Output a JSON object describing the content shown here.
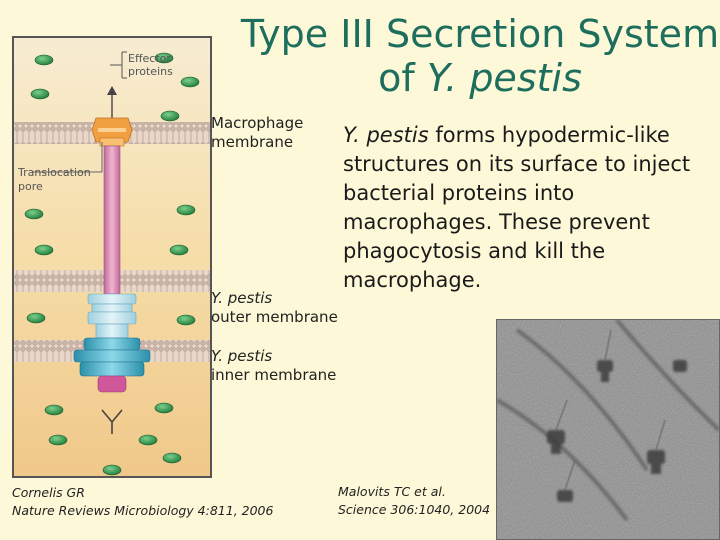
{
  "title": {
    "line1": "Type III Secretion System",
    "line2_prefix": "of ",
    "line2_italic": "Y. pestis"
  },
  "diagram_labels": {
    "effector": "Effector\nproteins",
    "translocation": "Translocation\npore"
  },
  "labels": {
    "macrophage_membrane": "Macrophage\nmembrane",
    "outer_membrane_italic": "Y. pestis",
    "outer_membrane": "outer membrane",
    "inner_membrane_italic": "Y. pestis",
    "inner_membrane": "inner membrane"
  },
  "description": {
    "italic": "Y. pestis",
    "text": " forms hypodermic-like structures on its surface to inject bacterial proteins into macrophages.  These prevent phagocytosis and kill the macrophage."
  },
  "citations": {
    "left_line1": "Cornelis GR",
    "left_line2": "Nature Reviews Microbiology 4:811, 2006",
    "right_line1": "Malovits TC et al.",
    "right_line2": "Science 306:1040, 2004"
  },
  "colors": {
    "title": "#1e6e5e",
    "background": "#fdf8d8",
    "protein_green": "#2e9a4e",
    "needle_pink": "#d98ab0",
    "base_teal": "#3ab0c8",
    "tip_orange": "#f0a040"
  }
}
